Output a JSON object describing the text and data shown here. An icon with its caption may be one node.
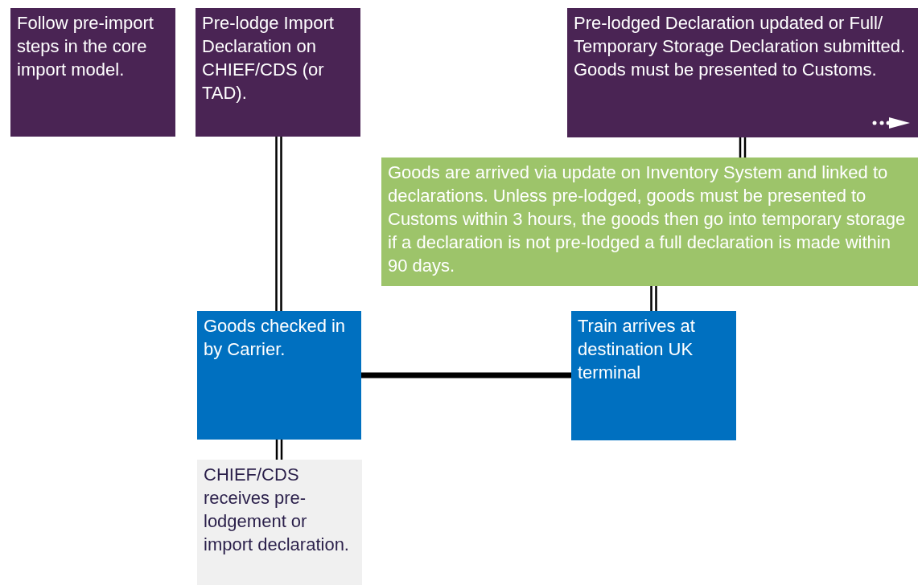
{
  "diagram": {
    "nodes": [
      {
        "text": [
          "Follow pre-import steps in the core import model."
        ]
      },
      {
        "text": [
          "Pre-lodge Import Declaration on CHIEF/CDS (or TAD)."
        ]
      },
      {
        "text": [
          "Pre-lodged Declaration updated or Full/ Temporary Storage Declaration submitted. Goods must be presented to Customs."
        ]
      },
      {
        "text": [
          "Goods are arrived via update on Inventory System and linked to declarations. Unless pre-lodged, goods must be presented to Customs within 3 hours, the goods then go into temporary storage if a declaration is not pre-lodged a full declaration is made within 90 days."
        ]
      },
      {
        "text": [
          "Goods checked in by Carrier."
        ]
      },
      {
        "text": [
          "Train arrives at destination UK terminal"
        ]
      },
      {
        "text": [
          "CHIEF/CDS receives pre-lodgement or import declaration."
        ]
      }
    ],
    "edges": [
      {
        "from": 1,
        "to": 4,
        "arrow": "none"
      },
      {
        "from": 4,
        "to": 6,
        "arrow": "none"
      },
      {
        "from": 2,
        "to": 3,
        "arrow": "none"
      },
      {
        "from": 3,
        "to": 5,
        "arrow": "none"
      },
      {
        "from": 4,
        "to": 5,
        "arrow": "none",
        "style": "thick"
      }
    ]
  }
}
